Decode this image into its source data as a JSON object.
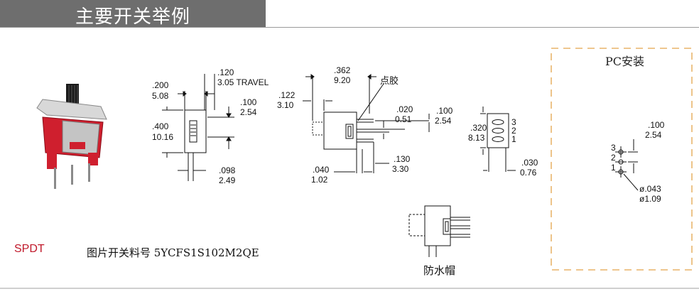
{
  "header": {
    "title": "主要开关举例"
  },
  "product": {
    "spdt_label": "SPDT",
    "caption": "图片开关料号 5YCFS1S102M2QE"
  },
  "pc_install": {
    "title": "PC安装",
    "pin_numbers": [
      "3",
      "2",
      "1"
    ],
    "dim_pitch": [
      ".100",
      "2.54"
    ],
    "dim_hole": [
      "ø.043",
      "ø1.09"
    ]
  },
  "waterproof": {
    "label": "防水帽"
  },
  "front_view": {
    "dim_width": [
      ".200",
      "5.08"
    ],
    "dim_travel": [
      ".120",
      "3.05 TRAVEL"
    ],
    "dim_height": [
      ".400",
      "10.16"
    ],
    "dim_pin_pitch": [
      ".100",
      "2.54"
    ],
    "dim_pin": [
      ".098",
      "2.49"
    ]
  },
  "side_view": {
    "dim_overall": [
      ".362",
      "9.20"
    ],
    "dim_actuator": [
      ".122",
      "3.10"
    ],
    "glue_label": "点胶",
    "dim_pin_thickness": [
      ".020",
      "0.51"
    ],
    "dim_pin_pitch": [
      ".100",
      "2.54"
    ],
    "dim_pin_length": [
      ".130",
      "3.30"
    ],
    "dim_pin_base": [
      ".040",
      "1.02"
    ]
  },
  "bottom_view": {
    "dim_height": [
      ".320",
      "8.13"
    ],
    "pin_numbers": [
      "3",
      "2",
      "1"
    ],
    "dim_thickness": [
      ".030",
      "0.76"
    ]
  },
  "colors": {
    "header_bg": "#6e6e6e",
    "accent_red": "#c0182a",
    "dash_orange": "#e3a54a"
  }
}
